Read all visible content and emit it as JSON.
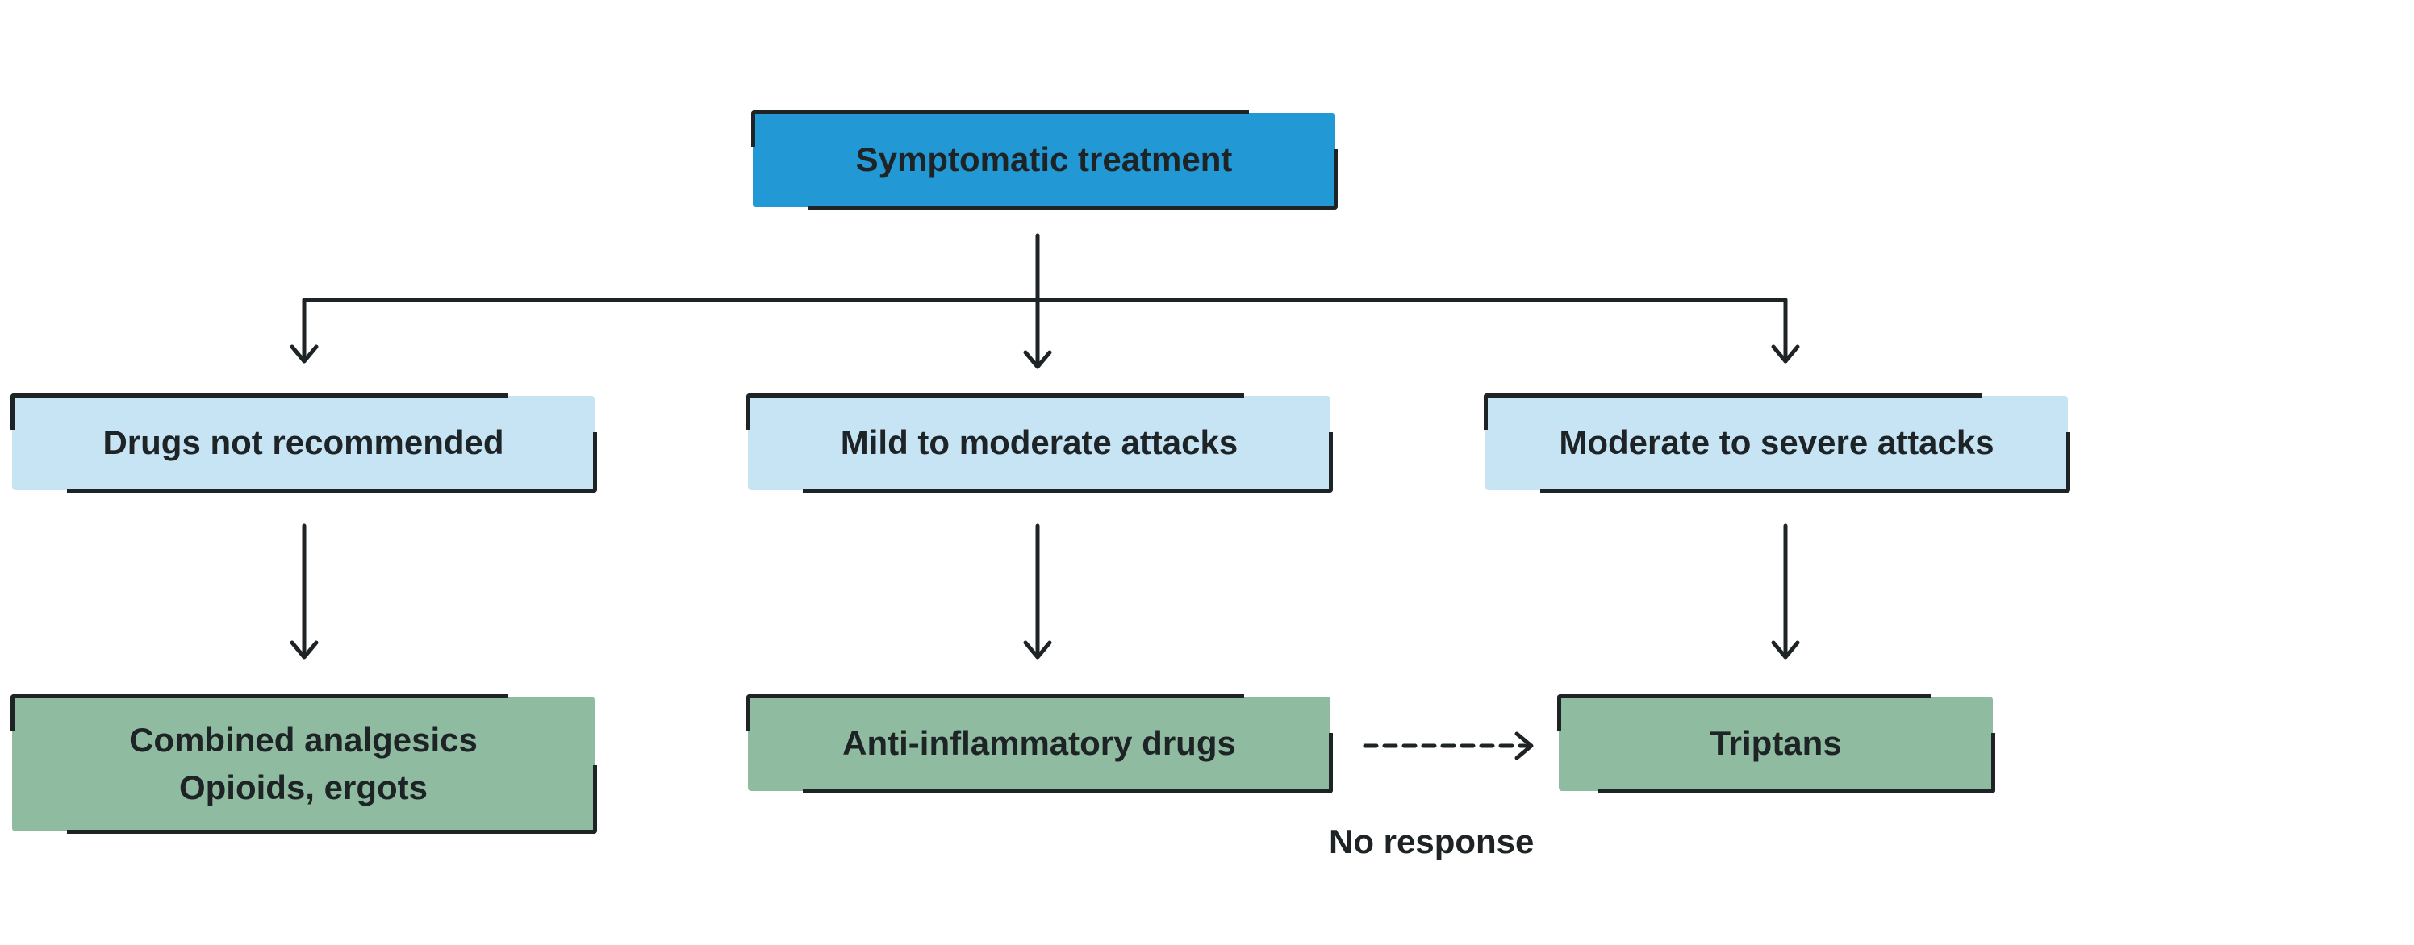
{
  "colors": {
    "root": "#2298d5",
    "category": "#c6e4f4",
    "treatment": "#8fbba1",
    "line": "#1e2326"
  },
  "diagram": {
    "root": "Symptomatic treatment",
    "categories": [
      "Drugs not recommended",
      "Mild to moderate attacks",
      "Moderate to severe attacks"
    ],
    "treatments": [
      "Combined analgesics\nOpioids, ergots",
      "Anti-inflammatory drugs",
      "Triptans"
    ],
    "no_response_label": "No response"
  }
}
